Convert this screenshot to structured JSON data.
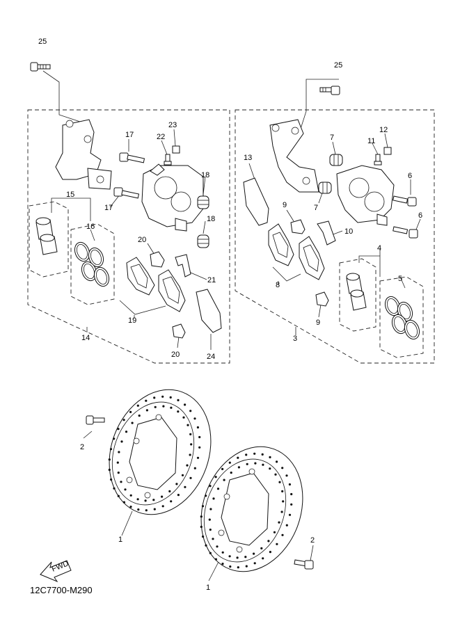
{
  "callouts": {
    "c25a": "25",
    "c25b": "25",
    "c17a": "17",
    "c17b": "17",
    "c22": "22",
    "c23": "23",
    "c18a": "18",
    "c18b": "18",
    "c15": "15",
    "c16": "16",
    "c20a": "20",
    "c20b": "20",
    "c21": "21",
    "c19": "19",
    "c14": "14",
    "c24": "24",
    "c13": "13",
    "c7a": "7",
    "c7b": "7",
    "c12": "12",
    "c11": "11",
    "c6a": "6",
    "c6b": "6",
    "c9a": "9",
    "c9b": "9",
    "c10": "10",
    "c8": "8",
    "c4": "4",
    "c5": "5",
    "c3": "3",
    "c2a": "2",
    "c2b": "2",
    "c1a": "1",
    "c1b": "1"
  },
  "fwd_label": "FWD",
  "diagram_code": "12C7700-M290"
}
